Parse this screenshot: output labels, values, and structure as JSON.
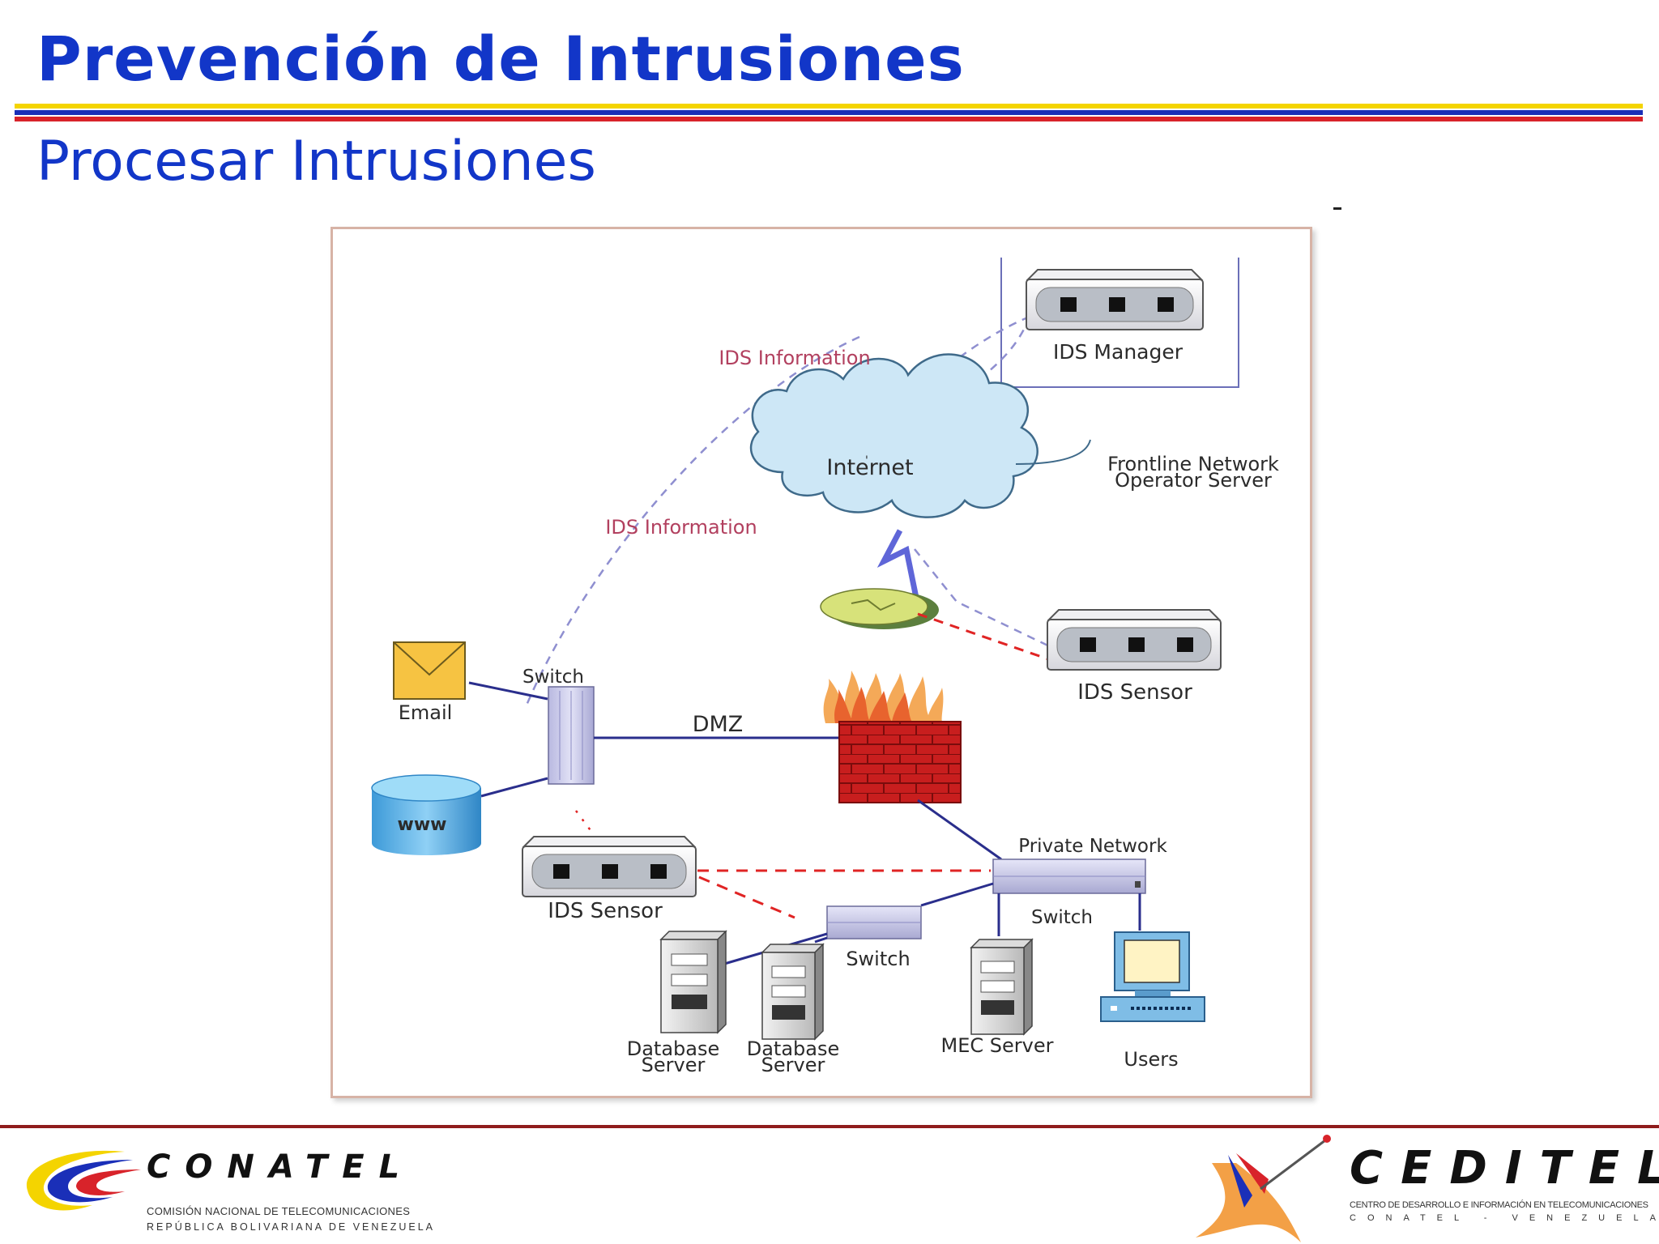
{
  "slide": {
    "title": "Prevención de Intrusiones",
    "subtitle": "Procesar Intrusiones"
  },
  "colors": {
    "title": "#1236c8",
    "stripe_blue": "#1a2fb8",
    "stripe_yellow": "#f4d400",
    "stripe_red": "#d8232a",
    "link_line": "#2a2e8c",
    "ids_dashed": "#8f8fd0",
    "alert_dashed": "#e02424",
    "cloud": "#cde7f6",
    "firewall": "#c81e1e"
  },
  "diagram": {
    "labels": {
      "ids_information_top": "IDS Information",
      "ids_information_mid": "IDS Information",
      "internet": "Internet",
      "frontline_line1": "Frontline Network",
      "frontline_line2": "Operator Server",
      "ids_manager": "IDS Manager",
      "ids_sensor_right": "IDS Sensor",
      "ids_sensor_left": "IDS Sensor",
      "email": "Email",
      "www": "www",
      "switch_left": "Switch",
      "dmz": "DMZ",
      "private_network": "Private Network",
      "switch_private": "Switch",
      "switch_lower": "Switch",
      "db1_line1": "Database",
      "db1_line2": "Server",
      "db2_line1": "Database",
      "db2_line2": "Server",
      "mec_server": "MEC Server",
      "users": "Users"
    },
    "icons": [
      "ids-manager-icon",
      "internet-cloud-icon",
      "router-icon",
      "ids-sensor-icon",
      "email-envelope-icon",
      "www-database-icon",
      "switch-icon",
      "firewall-icon",
      "server-tower-icon",
      "user-computer-icon"
    ]
  },
  "footer": {
    "conatel": {
      "name": "CONATEL",
      "sub1": "COMISIÓN NACIONAL DE TELECOMUNICACIONES",
      "sub2": "REPÚBLICA BOLIVARIANA DE VENEZUELA"
    },
    "ceditel": {
      "name": "CEDITEL",
      "sub1": "CENTRO DE DESARROLLO E INFORMACIÓN EN TELECOMUNICACIONES",
      "sub2": "CONATEL - VENEZUELA"
    }
  }
}
